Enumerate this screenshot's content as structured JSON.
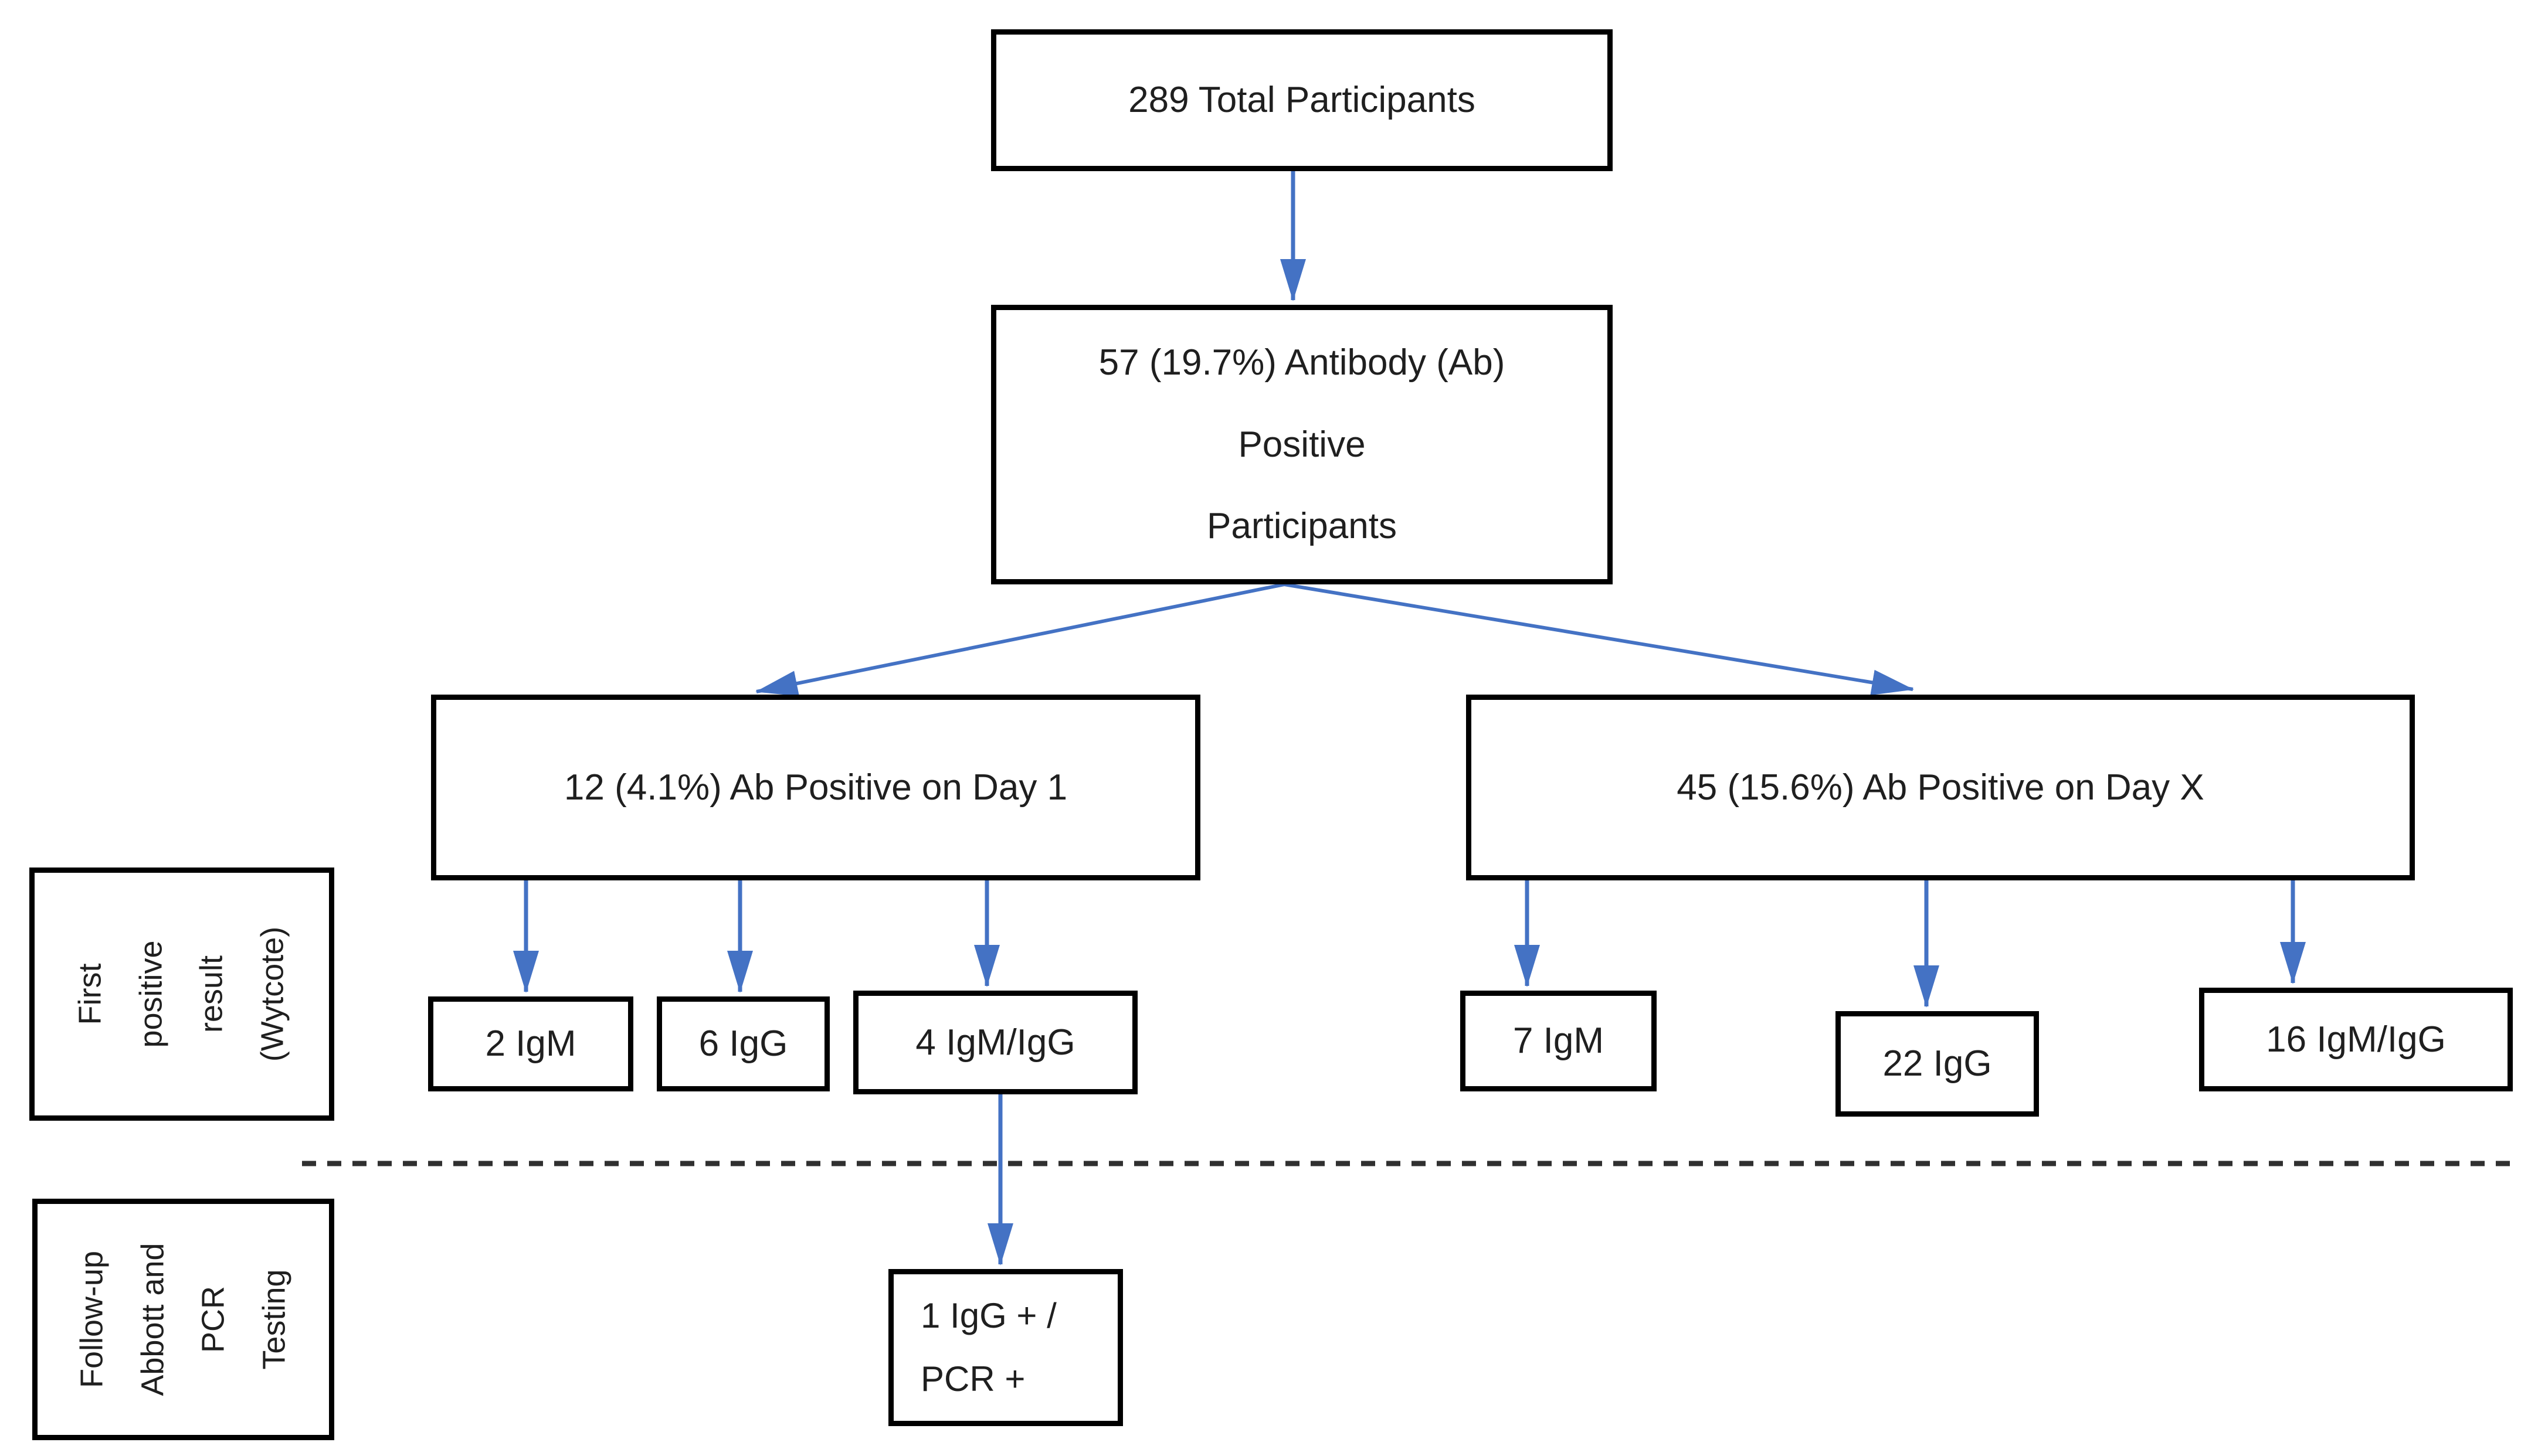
{
  "colors": {
    "background": "#ffffff",
    "box_border": "#000000",
    "arrow_blue": "#4472C4",
    "divider_dash": "#303030",
    "text": "#1f1f1f"
  },
  "flowchart": {
    "top_box": {
      "label": "289 Total Participants"
    },
    "ab_box": {
      "line1": "57 (19.7%) Antibody (Ab)",
      "line2": "Positive",
      "line3": "Participants"
    },
    "day1_box": {
      "label": "12 (4.1%) Ab Positive on Day 1"
    },
    "dayx_box": {
      "label": "45 (15.6%) Ab Positive on Day X"
    },
    "day1_children": [
      {
        "label": "2 IgM"
      },
      {
        "label": "6 IgG"
      },
      {
        "label": "4 IgM/IgG"
      }
    ],
    "dayx_children": [
      {
        "label": "7 IgM"
      },
      {
        "label": "22 IgG"
      },
      {
        "label": "16 IgM/IgG"
      }
    ],
    "followup_box": {
      "line1": "1 IgG + /",
      "line2": "PCR +"
    },
    "row_label_first": {
      "line1": "First",
      "line2": "positive",
      "line3": "result",
      "line4": "(Wytcote)"
    },
    "row_label_followup": {
      "line1": "Follow-up",
      "line2": "Abbott and",
      "line3": "PCR",
      "line4": "Testing"
    }
  }
}
